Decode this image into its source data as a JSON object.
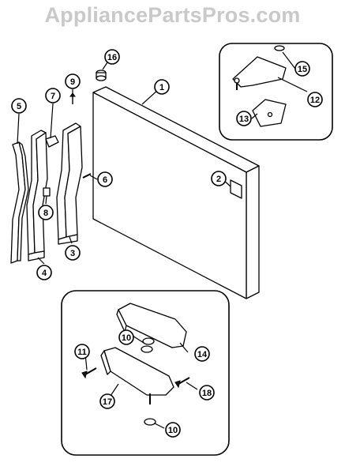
{
  "watermark": "AppliancePartsPros.com",
  "callouts": [
    "1",
    "2",
    "3",
    "4",
    "5",
    "6",
    "7",
    "8",
    "9",
    "10",
    "10",
    "11",
    "12",
    "13",
    "14",
    "15",
    "16",
    "17",
    "18"
  ]
}
